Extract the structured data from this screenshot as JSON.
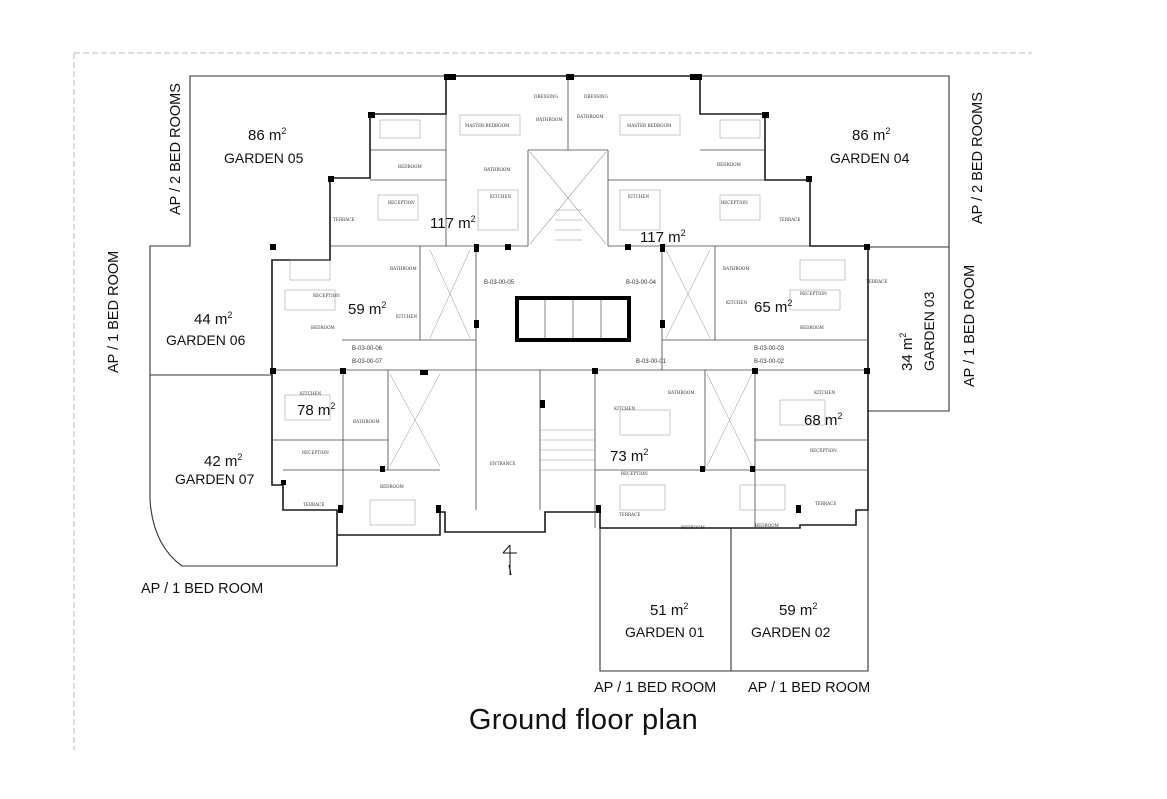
{
  "title": "Ground floor plan",
  "gardens": {
    "g05": {
      "area": "86",
      "name": "GARDEN 05"
    },
    "g04": {
      "area": "86",
      "name": "GARDEN 04"
    },
    "g06": {
      "area": "44",
      "name": "GARDEN 06"
    },
    "g03": {
      "area": "34",
      "name": "GARDEN 03"
    },
    "g07": {
      "area": "42",
      "name": "GARDEN 07"
    },
    "g01": {
      "area": "51",
      "name": "GARDEN 01"
    },
    "g02": {
      "area": "59",
      "name": "GARDEN 02"
    }
  },
  "apartments": {
    "a05": "117",
    "a04": "117",
    "a06": "59",
    "a03": "65",
    "a07": "78",
    "a01": "73",
    "a02": "68"
  },
  "area_unit": "m",
  "area_exp": "2",
  "ap_labels": {
    "left_2bed": "AP / 2 BED ROOMS",
    "right_2bed": "AP / 2 BED ROOMS",
    "left_1bed": "AP / 1 BED ROOM",
    "right_1bed": "AP / 1 BED ROOM",
    "bottom_left_1bed": "AP / 1 BED ROOM",
    "bottom_g01": "AP / 1 BED ROOM",
    "bottom_g02": "AP / 1 BED ROOM"
  },
  "unit_codes": {
    "u05": "B-03-00-05",
    "u04": "B-03-00-04",
    "u06": "B-03-00-06",
    "u07": "B-03-00-07",
    "u01": "B-03-00-01",
    "u03": "B-03-00-03",
    "u02": "B-03-00-02"
  },
  "rooms": {
    "master_bedroom": "MASTER BEDROOM",
    "bathroom": "BATHROOM",
    "dressing": "DRESSING",
    "bedroom": "BEDROOM",
    "reception": "RECEPTION",
    "kitchen": "KITCHEN",
    "terrace": "TERRACE",
    "entrance": "ENTRANCE"
  }
}
